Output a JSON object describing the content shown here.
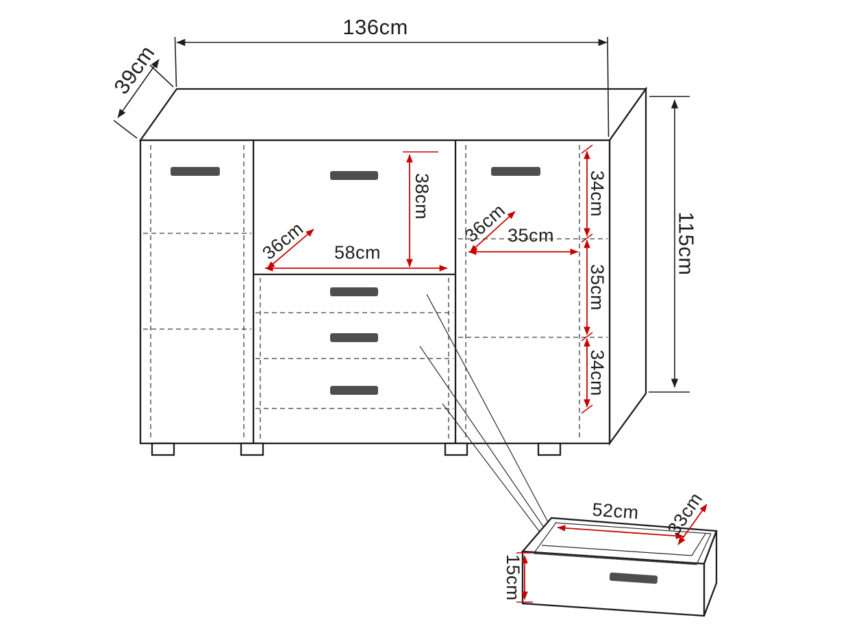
{
  "diagram": {
    "kind": "furniture dimension drawing",
    "cabinet": {
      "width_label": "136cm",
      "depth_label": "39cm",
      "height_label": "115cm",
      "middle": {
        "compartment_height": "38cm",
        "compartment_depth": "36cm",
        "compartment_width": "58cm"
      },
      "right": {
        "compartment_depth": "36cm",
        "shelf_width": "35cm",
        "top_height": "34cm",
        "middle_height": "35cm",
        "bottom_height": "34cm"
      }
    },
    "drawer_detail": {
      "width_label": "52cm",
      "depth_label": "33cm",
      "height_label": "15cm"
    },
    "colors": {
      "outline": "#1d1d1b",
      "dimension": "#c90000",
      "handle": "#4e4e4e",
      "background": "#ffffff"
    }
  }
}
